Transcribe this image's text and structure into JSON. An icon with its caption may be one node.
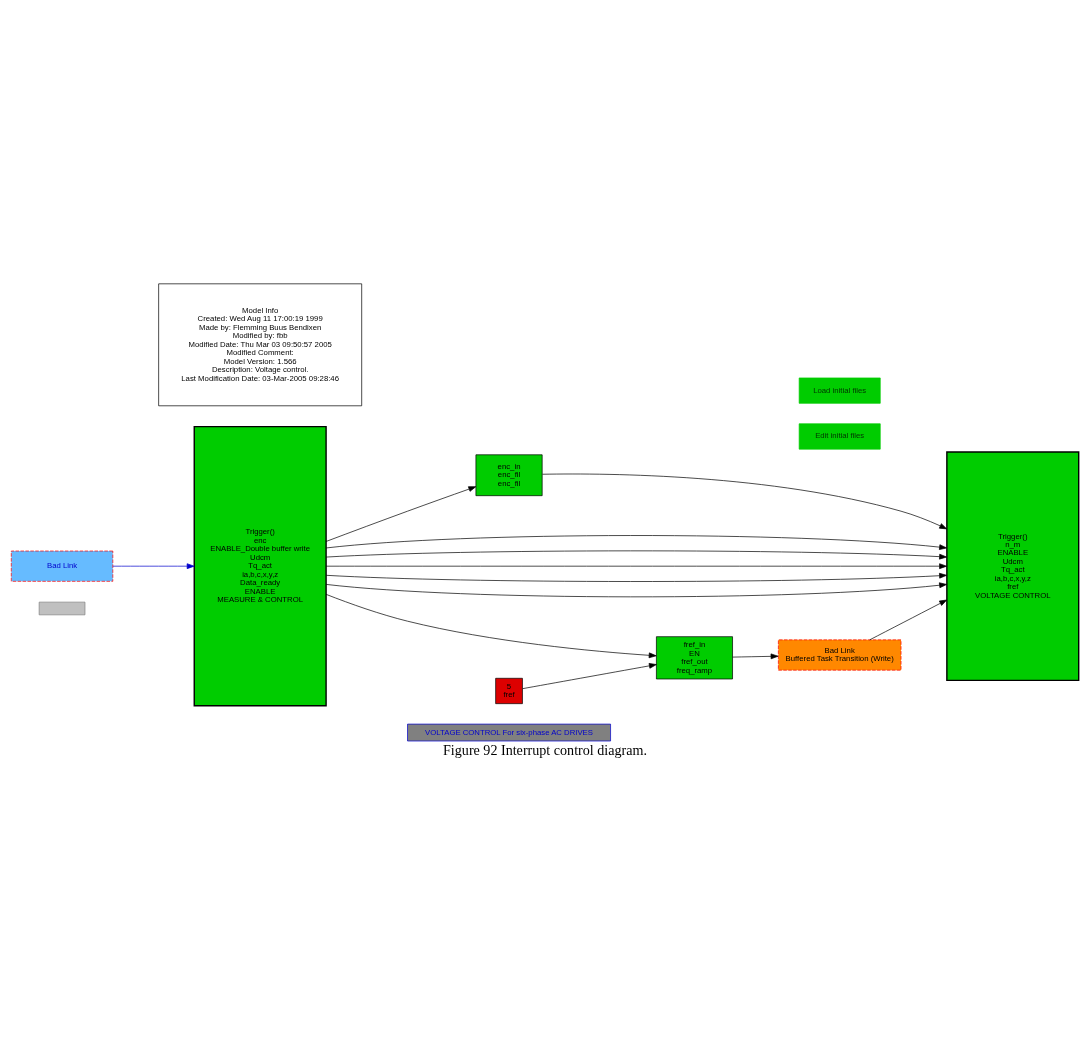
{
  "diagram": {
    "caption": "Figure 92 Interrupt control diagram.",
    "nodes": [
      {
        "text": [],
        "shape": "box"
      },
      {
        "text": [
          "VOLTAGE CONTROL For six-phase AC DRIVES"
        ]
      },
      {
        "text": [
          "Bad Link"
        ]
      },
      {
        "text": [
          "Trigger()",
          "enc",
          "ENABLE_Double buffer write",
          "Udcm",
          "Tq_act",
          "ia,b,c,x,y,z",
          "Data_ready",
          "ENABLE",
          "MEASURE & CONTROL"
        ]
      },
      {
        "text": [
          "enc_in",
          "enc_fil",
          "enc_fil"
        ]
      },
      {
        "text": [
          "Trigger()",
          "n_m",
          "ENABLE",
          "Udcm",
          "Tq_act",
          "ia,b,c,x,y,z",
          "fref",
          "VOLTAGE CONTROL"
        ]
      },
      {
        "text": [
          "5",
          "fref"
        ]
      },
      {
        "text": [
          "fref_in",
          "EN",
          "fref_out",
          "freq_ramp"
        ]
      },
      {
        "text": [
          "Bad Link",
          "Buffered Task Transition (Write)"
        ]
      },
      {
        "text": [
          "Model Info",
          "Created: Wed Aug 11 17:00:19 1999",
          "Made by: Flemming Buus Bendixen",
          "Modified by: fbb",
          "Modified Date: Thu Mar 03 09:50:57 2005",
          "Modified Comment:",
          "Model Version: 1.566",
          "Description: Voltage control.",
          "Last Modification Date: 03-Mar-2005 09:28:46"
        ]
      },
      {
        "text": [
          "Edit initial files"
        ]
      },
      {
        "text": [
          "Load initial files"
        ]
      }
    ],
    "edges": [
      {
        "from": 2,
        "to": 3,
        "arrow": "to",
        "color": "#0000cc"
      },
      {
        "from": 3,
        "to": 4,
        "arrow": "to"
      },
      {
        "from": 4,
        "to": 5,
        "arrow": "to"
      },
      {
        "from": 3,
        "to": 5,
        "arrow": "to"
      },
      {
        "from": 3,
        "to": 5,
        "arrow": "to"
      },
      {
        "from": 3,
        "to": 5,
        "arrow": "to"
      },
      {
        "from": 3,
        "to": 5,
        "arrow": "to"
      },
      {
        "from": 3,
        "to": 5,
        "arrow": "to"
      },
      {
        "from": 6,
        "to": 7,
        "arrow": "to"
      },
      {
        "from": 3,
        "to": 7,
        "arrow": "to"
      },
      {
        "from": 7,
        "to": 8,
        "arrow": "to"
      },
      {
        "from": 8,
        "to": 5,
        "arrow": "to"
      }
    ]
  }
}
